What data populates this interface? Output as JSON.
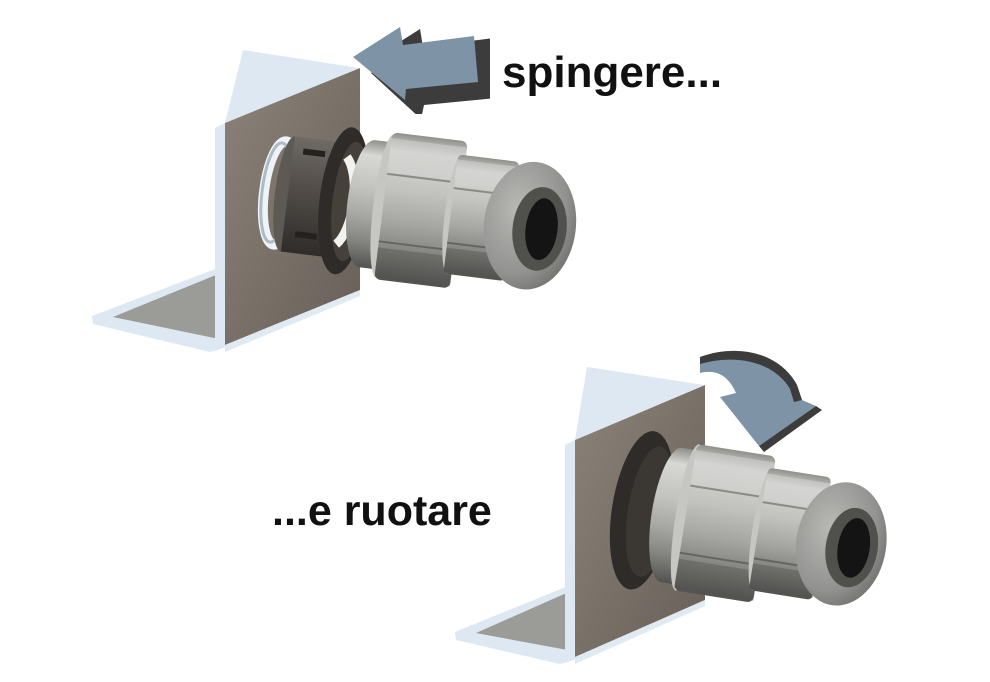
{
  "diagram": {
    "title": "cable-gland-mounting-instructions",
    "background_color": "#ffffff",
    "steps": [
      {
        "id": "push",
        "caption": "spingere...",
        "arrow_icon": "push-arrow-left-icon",
        "illustration": "gland-inserted-into-bracket-hole"
      },
      {
        "id": "rotate",
        "caption": "...e ruotare",
        "arrow_icon": "rotate-arrow-icon",
        "illustration": "gland-seated-in-bracket"
      }
    ],
    "colors": {
      "background": "#ffffff",
      "arrow_face": "#7e93a6",
      "arrow_side": "#3c3c3c",
      "bracket_face": "#7a7168",
      "bracket_edge": "#dde8f2",
      "base_top": "#9b9b97",
      "metal_light": "#c9c9c6",
      "metal_mid": "#a8a8a5",
      "metal_dark": "#626260",
      "seal_ring": "#2e2b28",
      "cap_hole": "#141414",
      "chrome_ring": "#eef3f8",
      "clip_white": "#f2f2ef"
    }
  }
}
